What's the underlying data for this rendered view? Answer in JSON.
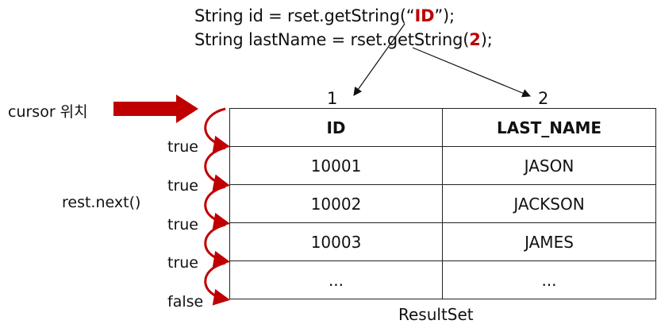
{
  "code": {
    "line1": {
      "prefix": "String id = rset.getString(“",
      "highlight": "ID",
      "suffix": "”);"
    },
    "line2": {
      "prefix": "String lastName = rset.getString(",
      "highlight": "2",
      "suffix": ");"
    }
  },
  "column_numbers": [
    "1",
    "2"
  ],
  "cursor_label": "cursor 위치",
  "next_label": "rest.next()",
  "next_results": [
    "true",
    "true",
    "true",
    "true",
    "false"
  ],
  "table": {
    "headers": [
      "ID",
      "LAST_NAME"
    ],
    "rows": [
      [
        "10001",
        "JASON"
      ],
      [
        "10002",
        "JACKSON"
      ],
      [
        "10003",
        "JAMES"
      ],
      [
        "...",
        "..."
      ]
    ]
  },
  "resultset_label": "ResultSet",
  "colors": {
    "accent": "#c00000",
    "line": "#222222"
  }
}
